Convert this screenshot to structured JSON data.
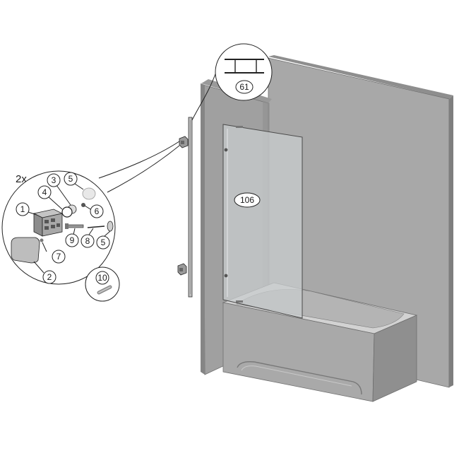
{
  "diagram": {
    "multiplier_label": "2x",
    "callouts": {
      "frame_detail": "61",
      "glass_panel": "106",
      "c1": "1",
      "c2": "2",
      "c3": "3",
      "c4": "4",
      "c5a": "5",
      "c5b": "5",
      "c6": "6",
      "c7": "7",
      "c8": "8",
      "c9": "9",
      "c10": "10"
    },
    "colors": {
      "wall": "#a5a5a5",
      "wall_edge": "#8c8c8c",
      "tub": "#b9b9b9",
      "glass": "#c9cdcf"
    }
  }
}
